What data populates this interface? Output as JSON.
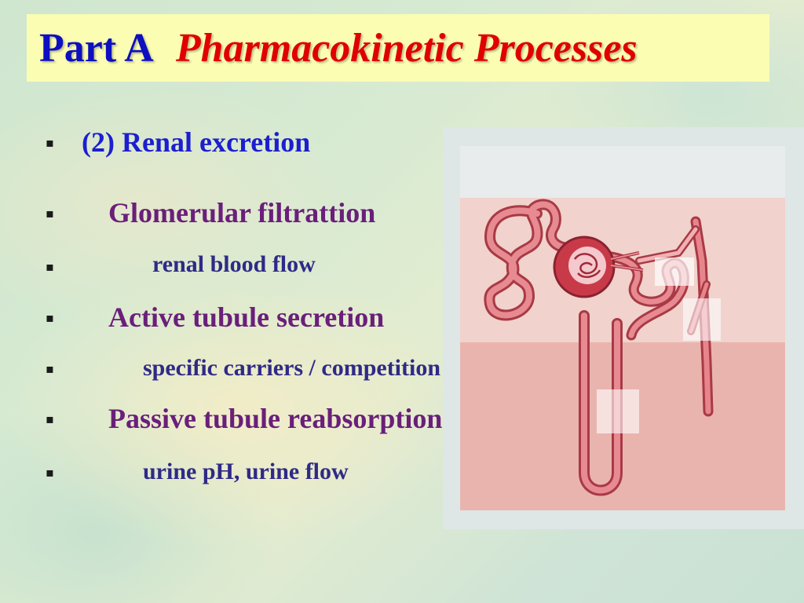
{
  "title": {
    "part": "Part A",
    "subject": "Pharmacokinetic Processes"
  },
  "bullet_glyph": "▪",
  "items": [
    {
      "text": "(2) Renal excretion"
    },
    {
      "text": "Glomerular filtrattion"
    },
    {
      "text": "renal blood flow"
    },
    {
      "text": "Active tubule secretion"
    },
    {
      "text": "specific carriers / competition"
    },
    {
      "text": "Passive tubule reabsorption"
    },
    {
      "text": "urine pH, urine flow"
    }
  ],
  "colors": {
    "title_box": "#fbfdb3",
    "title_part": "#0d0fc0",
    "title_subject": "#e00000",
    "heading": "#1b1fd0",
    "item": "#6a1f7a",
    "subitem": "#2f2a86"
  },
  "figure": {
    "icon": "nephron-diagram"
  }
}
